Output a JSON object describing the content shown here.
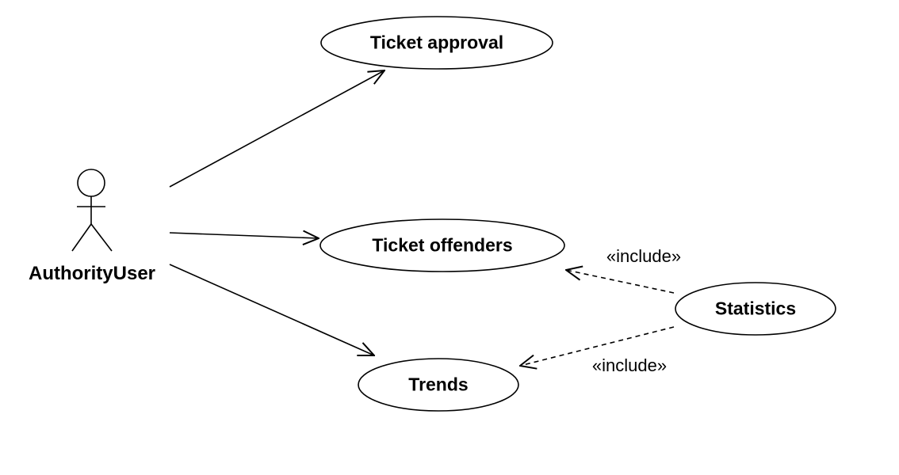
{
  "actor": {
    "name": "AuthorityUser"
  },
  "use_cases": {
    "ticket_approval": "Ticket approval",
    "ticket_offenders": "Ticket offenders",
    "trends": "Trends",
    "statistics": "Statistics"
  },
  "relations": {
    "include_offenders": "«include»",
    "include_trends": "«include»"
  }
}
